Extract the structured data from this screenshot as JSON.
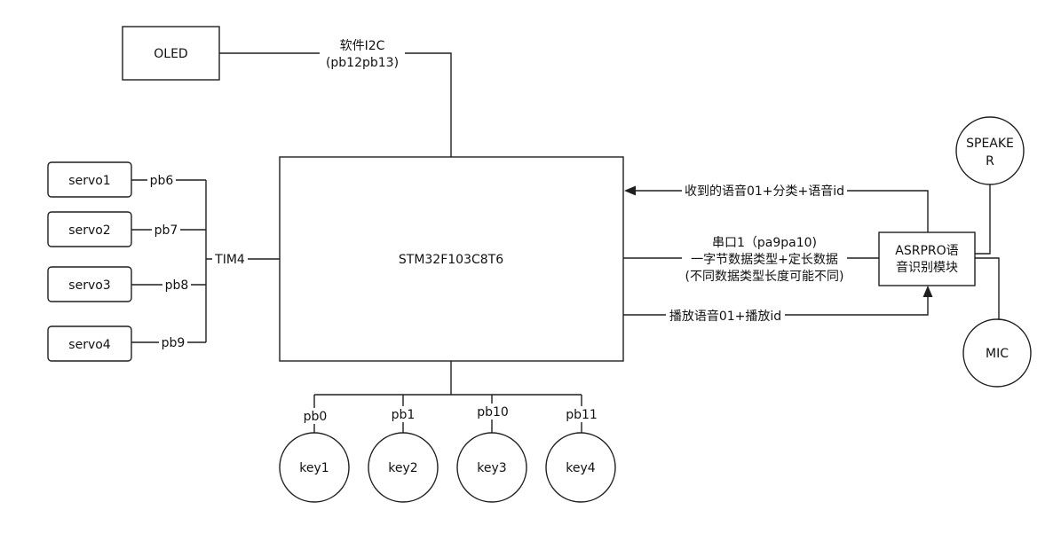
{
  "diagram": {
    "mcu": "STM32F103C8T6",
    "oled": "OLED",
    "i2c": [
      "软件I2C",
      "(pb12pb13)"
    ],
    "timer": "TIM4",
    "servos": [
      {
        "name": "servo1",
        "pin": "pb6"
      },
      {
        "name": "servo2",
        "pin": "pb7"
      },
      {
        "name": "servo3",
        "pin": "pb8"
      },
      {
        "name": "servo4",
        "pin": "pb9"
      }
    ],
    "keys": [
      {
        "name": "key1",
        "pin": "pb0"
      },
      {
        "name": "key2",
        "pin": "pb1"
      },
      {
        "name": "key3",
        "pin": "pb10"
      },
      {
        "name": "key4",
        "pin": "pb11"
      }
    ],
    "asr": [
      "ASRPRO语",
      "音识别模块"
    ],
    "speaker": [
      "SPEAKE",
      "R"
    ],
    "mic": "MIC",
    "rx_label": "收到的语音01+分类+语音id",
    "uart": [
      "串口1（pa9pa10)",
      "一字节数据类型+定长数据",
      "(不同数据类型长度可能不同)"
    ],
    "tx_label": "播放语音01+播放id"
  }
}
